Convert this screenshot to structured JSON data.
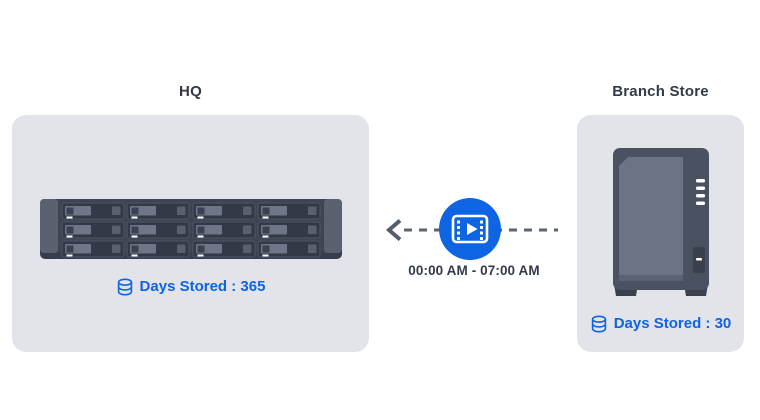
{
  "hq": {
    "title": "HQ",
    "days_stored": "Days Stored : 365",
    "device": "rackmount-nas-12-bay",
    "icon": "database-icon"
  },
  "branch_store": {
    "title": "Branch Store",
    "days_stored": "Days Stored : 30",
    "device": "tower-nas",
    "icon": "database-icon"
  },
  "transfer": {
    "schedule": "00:00 AM - 07:00 AM",
    "icon": "video-film-icon",
    "arrow_direction": "right-to-left"
  },
  "colors": {
    "accent_blue": "#0F64E4",
    "panel_gray": "#E2E4E9",
    "device_dark": "#3E4452",
    "device_light": "#6C7383",
    "text_dark": "#333A49",
    "connector_gray": "#5C6373"
  }
}
